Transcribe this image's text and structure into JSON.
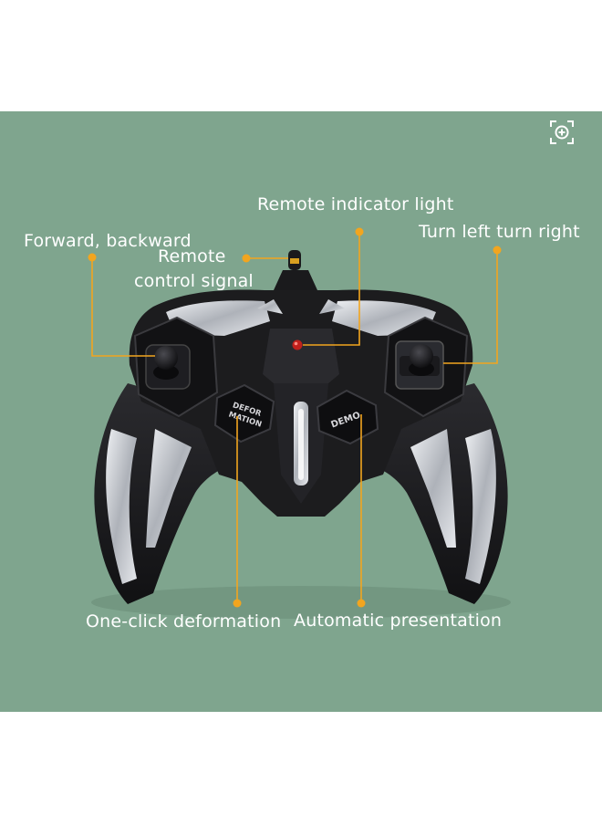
{
  "labels": {
    "remote_indicator_light": "Remote indicator light",
    "forward_backward": "Forward, backward",
    "turn_left_right": "Turn left turn right",
    "remote_control_signal_line1": "Remote",
    "remote_control_signal_line2": "control signal",
    "one_click_deformation": "One-click deformation",
    "automatic_presentation": "Automatic presentation"
  },
  "buttons": {
    "deformation_line1": "DEFOR",
    "deformation_line2": "MATION",
    "demo": "DEMO"
  },
  "icons": {
    "zoom": "zoom-in-icon"
  },
  "colors": {
    "background": "#7fa58e",
    "callout": "#f2a51f",
    "controller_body": "#1c1c1e",
    "controller_silver": "#c9cbd0",
    "indicator_led": "#c0201c"
  }
}
